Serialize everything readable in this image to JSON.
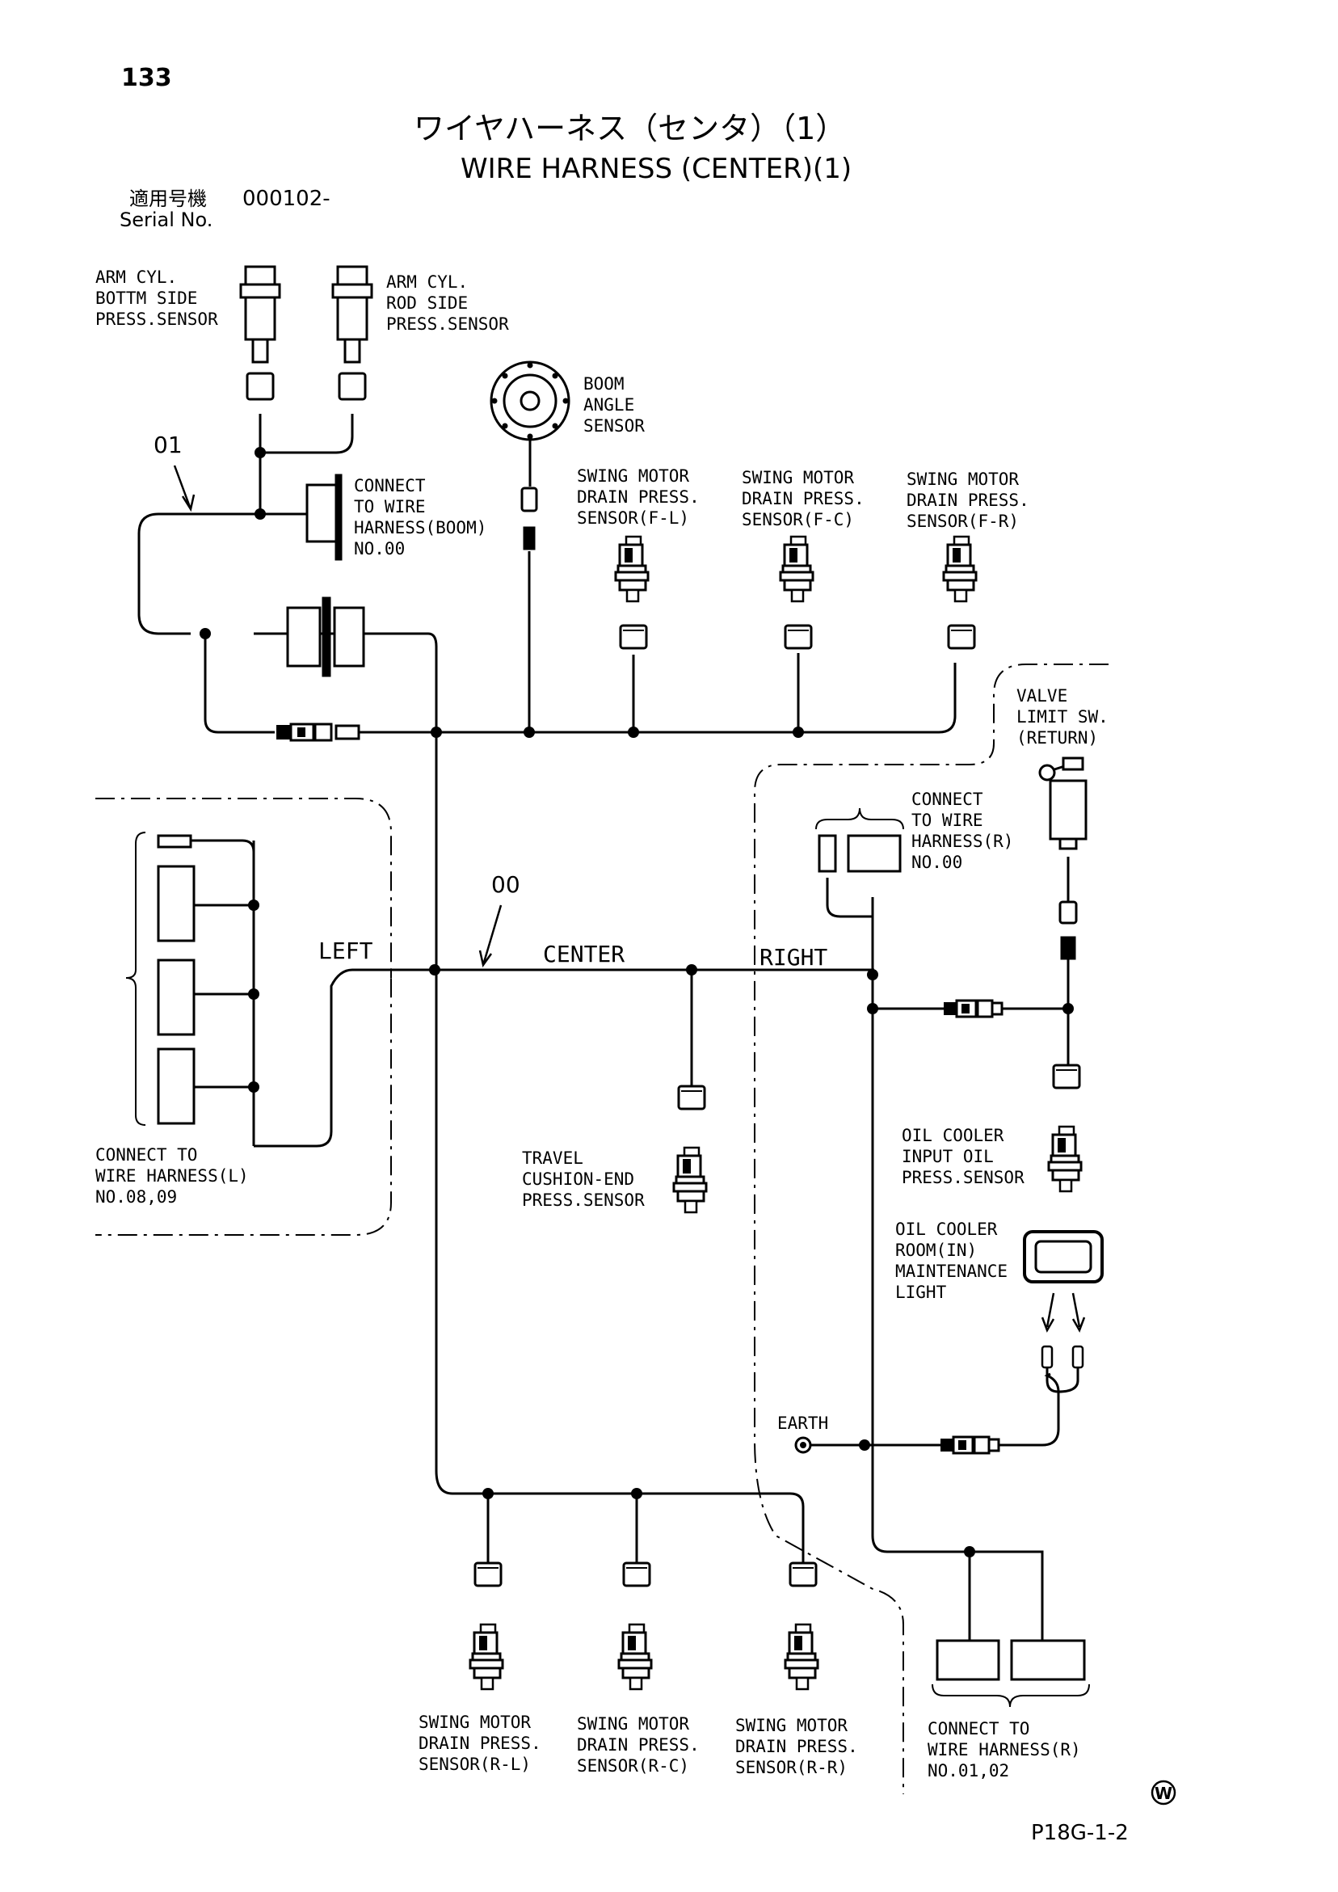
{
  "page_number": "133",
  "title_jp": "ワイヤハーネス（センタ）（1）",
  "title_en": "WIRE HARNESS (CENTER)(1)",
  "serial": {
    "label_jp": "適用号機",
    "label_en": "Serial No.",
    "value": "000102-"
  },
  "harness_numbers": {
    "h01": "01",
    "h00": "00"
  },
  "sections": {
    "left": "LEFT",
    "center": "CENTER",
    "right": "RIGHT"
  },
  "components": {
    "arm_bottom": [
      "ARM CYL.",
      "BOTTM SIDE",
      "PRESS.SENSOR"
    ],
    "arm_rod": [
      "ARM CYL.",
      "ROD SIDE",
      "PRESS.SENSOR"
    ],
    "boom_angle": [
      "BOOM",
      "ANGLE",
      "SENSOR"
    ],
    "connect_boom": [
      "CONNECT",
      "TO WIRE",
      "HARNESS(BOOM)",
      "NO.00"
    ],
    "swing_fl": [
      "SWING MOTOR",
      "DRAIN PRESS.",
      "SENSOR(F-L)"
    ],
    "swing_fc": [
      "SWING MOTOR",
      "DRAIN PRESS.",
      "SENSOR(F-C)"
    ],
    "swing_fr": [
      "SWING MOTOR",
      "DRAIN PRESS.",
      "SENSOR(F-R)"
    ],
    "valve_limit": [
      "VALVE",
      "LIMIT SW.",
      "(RETURN)"
    ],
    "connect_r00": [
      "CONNECT",
      "TO WIRE",
      "HARNESS(R)",
      "NO.00"
    ],
    "connect_l": [
      "CONNECT TO",
      "WIRE HARNESS(L)",
      "NO.08,09"
    ],
    "travel_cushion": [
      "TRAVEL",
      "CUSHION-END",
      "PRESS.SENSOR"
    ],
    "oil_cooler_input": [
      "OIL COOLER",
      "INPUT OIL",
      "PRESS.SENSOR"
    ],
    "oil_cooler_light": [
      "OIL COOLER",
      "ROOM(IN)",
      "MAINTENANCE",
      "LIGHT"
    ],
    "earth": [
      "EARTH"
    ],
    "swing_rl": [
      "SWING MOTOR",
      "DRAIN PRESS.",
      "SENSOR(R-L)"
    ],
    "swing_rc": [
      "SWING MOTOR",
      "DRAIN PRESS.",
      "SENSOR(R-C)"
    ],
    "swing_rr": [
      "SWING MOTOR",
      "DRAIN PRESS.",
      "SENSOR(R-R)"
    ],
    "connect_r0102": [
      "CONNECT TO",
      "WIRE HARNESS(R)",
      "NO.01,02"
    ]
  },
  "watermark": "W",
  "drawing_code": "P18G-1-2"
}
